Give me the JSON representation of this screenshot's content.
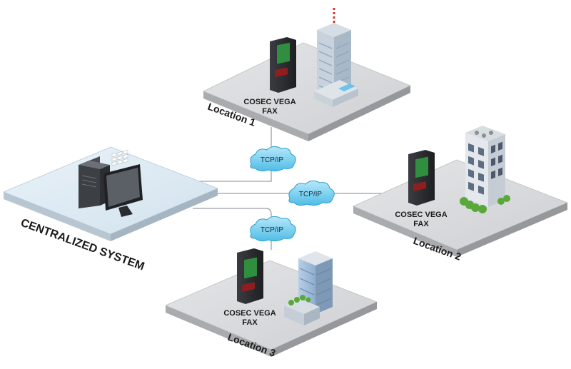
{
  "colors": {
    "platform_gray_top": "#d8d9db",
    "platform_gray_side": "#a9abae",
    "platform_central_top": "#dde9f2",
    "platform_central_side": "#b8c6d2",
    "network_line": "#9aa0a6",
    "cloud_fill": "#7fd0ee",
    "cloud_stroke": "#2f9fcf",
    "device_body": "#2d2f33",
    "device_screen": "#2f8f3f",
    "building_window": "#aac7e4",
    "building_frame": "#e6eaee",
    "tree_green": "#5aa83a"
  },
  "central": {
    "label": "CENTRALIZED SYSTEM",
    "icons": [
      "desktop-tower-icon",
      "monitor-keypad-icon"
    ]
  },
  "locations": [
    {
      "label": "Location 1",
      "device_line1": "COSEC VEGA",
      "device_line2": "FAX",
      "building": "high-rise-tower-icon"
    },
    {
      "label": "Location 2",
      "device_line1": "COSEC VEGA",
      "device_line2": "FAX",
      "building": "office-block-icon"
    },
    {
      "label": "Location 3",
      "device_line1": "COSEC VEGA",
      "device_line2": "FAX",
      "building": "glass-office-icon"
    }
  ],
  "links": [
    {
      "protocol": "TCP/IP"
    },
    {
      "protocol": "TCP/IP"
    },
    {
      "protocol": "TCP/IP"
    }
  ]
}
